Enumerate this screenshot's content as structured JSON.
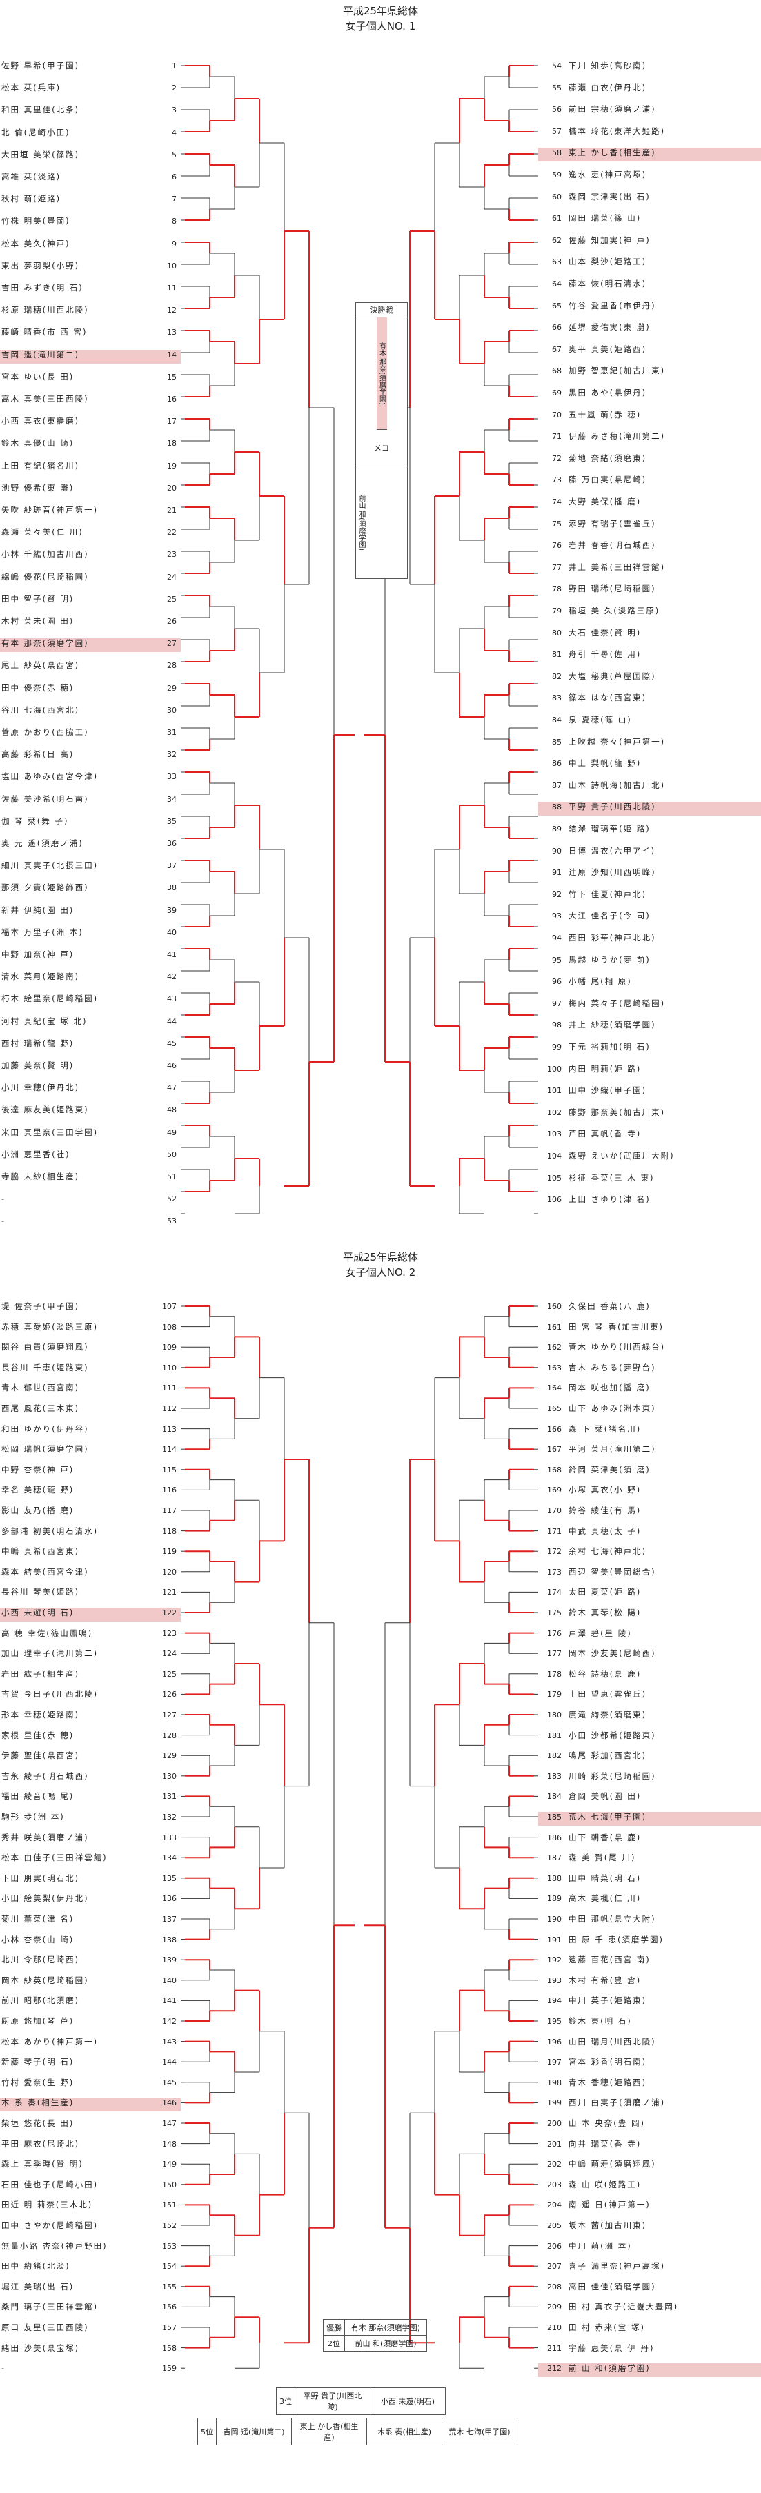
{
  "sheet1": {
    "title": "平成25年県総体",
    "subtitle": "女子個人NO. 1",
    "left": [
      {
        "no": "1",
        "name": "佐野 早希(甲子園)"
      },
      {
        "no": "2",
        "name": "松本 栞(兵庫)"
      },
      {
        "no": "3",
        "name": "和田 真里佳(北条)"
      },
      {
        "no": "4",
        "name": "北 倫(尼崎小田)"
      },
      {
        "no": "5",
        "name": "大田垣 美栄(篠路)"
      },
      {
        "no": "6",
        "name": "高雄 栞(淡路)"
      },
      {
        "no": "7",
        "name": "秋村 萌(姫路)"
      },
      {
        "no": "8",
        "name": "竹株 明美(豊岡)"
      },
      {
        "no": "9",
        "name": "松本 美久(神戸)"
      },
      {
        "no": "10",
        "name": "東出 夢羽梨(小野)"
      },
      {
        "no": "11",
        "name": "吉田 みずき(明 石)"
      },
      {
        "no": "12",
        "name": "杉原 瑞穂(川西北陵)"
      },
      {
        "no": "13",
        "name": "藤崎 晴香(市 西 宮)"
      },
      {
        "no": "14",
        "name": "吉岡 遥(滝川第二)"
      },
      {
        "no": "15",
        "name": "宮本 ゆい(長 田)"
      },
      {
        "no": "16",
        "name": "高木 真美(三田西陵)"
      },
      {
        "no": "17",
        "name": "小西 真衣(東播磨)"
      },
      {
        "no": "18",
        "name": "鈴木 真優(山 崎)"
      },
      {
        "no": "19",
        "name": "上田 有紀(猪名川)"
      },
      {
        "no": "20",
        "name": "池野 優希(東 灘)"
      },
      {
        "no": "21",
        "name": "矢吹 紗瑳音(神戸第一)"
      },
      {
        "no": "22",
        "name": "森瀬 菜々美(仁 川)"
      },
      {
        "no": "23",
        "name": "小林 千紘(加古川西)"
      },
      {
        "no": "24",
        "name": "綿嶋 優花(尼崎稲園)"
      },
      {
        "no": "25",
        "name": "田中 智子(賢 明)"
      },
      {
        "no": "26",
        "name": "木村 菜未(園 田)"
      },
      {
        "no": "27",
        "name": "有本 那奈(須磨学園)"
      },
      {
        "no": "28",
        "name": "尾上 紗英(県西宮)"
      },
      {
        "no": "29",
        "name": "田中 優奈(赤 穂)"
      },
      {
        "no": "30",
        "name": "谷川 七海(西宮北)"
      },
      {
        "no": "31",
        "name": "菅原 かおり(西脇工)"
      },
      {
        "no": "32",
        "name": "高藤 彩希(日 高)"
      },
      {
        "no": "33",
        "name": "塩田 あゆみ(西宮今津)"
      },
      {
        "no": "34",
        "name": "佐藤 美沙希(明石南)"
      },
      {
        "no": "35",
        "name": "伽 琴 栞(舞 子)"
      },
      {
        "no": "36",
        "name": "奥 元 遥(須磨ノ浦)"
      },
      {
        "no": "37",
        "name": "細川 真実子(北摂三田)"
      },
      {
        "no": "38",
        "name": "那須 夕貴(姫路飾西)"
      },
      {
        "no": "39",
        "name": "新井 伊純(園 田)"
      },
      {
        "no": "40",
        "name": "福本 万里子(洲 本)"
      },
      {
        "no": "41",
        "name": "中野 加奈(神 戸)"
      },
      {
        "no": "42",
        "name": "清水 菜月(姫路南)"
      },
      {
        "no": "43",
        "name": "朽木 絵里奈(尼崎稲園)"
      },
      {
        "no": "44",
        "name": "河村 真紀(宝 塚 北)"
      },
      {
        "no": "45",
        "name": "西村 瑞希(龍 野)"
      },
      {
        "no": "46",
        "name": "加藤 美奈(賢 明)"
      },
      {
        "no": "47",
        "name": "小川 幸穂(伊丹北)"
      },
      {
        "no": "48",
        "name": "後達 麻友美(姫路東)"
      },
      {
        "no": "49",
        "name": "米田 真里奈(三田学園)"
      },
      {
        "no": "50",
        "name": "小洲 恵里香(社)"
      },
      {
        "no": "51",
        "name": "寺脇 未紗(相生産)"
      },
      {
        "no": "52",
        "name": "-"
      },
      {
        "no": "53",
        "name": "-"
      }
    ],
    "right": [
      {
        "no": "54",
        "name": "下川 知歩(高砂南)"
      },
      {
        "no": "55",
        "name": "藤瀬 由衣(伊丹北)"
      },
      {
        "no": "56",
        "name": "前田 宗穂(須磨ノ浦)"
      },
      {
        "no": "57",
        "name": "橋本 玲花(東洋大姫路)"
      },
      {
        "no": "58",
        "name": "東上 かし香(相生産)"
      },
      {
        "no": "59",
        "name": "逸水 恵(神戸高塚)"
      },
      {
        "no": "60",
        "name": "森岡 宗津実(出 石)"
      },
      {
        "no": "61",
        "name": "岡田 瑞菜(篠 山)"
      },
      {
        "no": "62",
        "name": "佐藤 知加実(神 戸)"
      },
      {
        "no": "63",
        "name": "山本 梨沙(姫路工)"
      },
      {
        "no": "64",
        "name": "藤本 恢(明石清水)"
      },
      {
        "no": "65",
        "name": "竹谷 愛里香(市伊丹)"
      },
      {
        "no": "66",
        "name": "延堺 愛佑実(東 灘)"
      },
      {
        "no": "67",
        "name": "奥平 真美(姫路西)"
      },
      {
        "no": "68",
        "name": "加野 智恵紀(加古川東)"
      },
      {
        "no": "69",
        "name": "黒田 あや(県伊丹)"
      },
      {
        "no": "70",
        "name": "五十嵐 萌(赤 穂)"
      },
      {
        "no": "71",
        "name": "伊藤 みさ穂(滝川第二)"
      },
      {
        "no": "72",
        "name": "菊地 奈緒(須磨東)"
      },
      {
        "no": "73",
        "name": "藤 万由実(県尼崎)"
      },
      {
        "no": "74",
        "name": "大野 美保(播 磨)"
      },
      {
        "no": "75",
        "name": "添野 有瑞子(雲雀丘)"
      },
      {
        "no": "76",
        "name": "岩井 春香(明石城西)"
      },
      {
        "no": "77",
        "name": "井上 美希(三田祥雲館)"
      },
      {
        "no": "78",
        "name": "野田 瑞稀(尼崎稲園)"
      },
      {
        "no": "79",
        "name": "稲垣 美 久(淡路三原)"
      },
      {
        "no": "80",
        "name": "大石 佳奈(賢 明)"
      },
      {
        "no": "81",
        "name": "舟引 千尋(佐 用)"
      },
      {
        "no": "82",
        "name": "大塩 秘典(芦屋国際)"
      },
      {
        "no": "83",
        "name": "篠本 はな(西宮東)"
      },
      {
        "no": "84",
        "name": "泉 夏穂(篠 山)"
      },
      {
        "no": "85",
        "name": "上吹越 奈々(神戸第一)"
      },
      {
        "no": "86",
        "name": "中上 梨帆(龍 野)"
      },
      {
        "no": "87",
        "name": "山本 詩帆海(加古川北)"
      },
      {
        "no": "88",
        "name": "平野 貴子(川西北陵)"
      },
      {
        "no": "89",
        "name": "結澤 瑠璃華(姫 路)"
      },
      {
        "no": "90",
        "name": "日博 温衣(六甲アイ)"
      },
      {
        "no": "91",
        "name": "辻原 沙知(川西明峰)"
      },
      {
        "no": "92",
        "name": "竹下 佳夏(神戸北)"
      },
      {
        "no": "93",
        "name": "大江 佳名子(今 司)"
      },
      {
        "no": "94",
        "name": "西田 彩華(神戸北北)"
      },
      {
        "no": "95",
        "name": "馬越 ゆうか(夢 前)"
      },
      {
        "no": "96",
        "name": "小幡 尾(相 原)"
      },
      {
        "no": "97",
        "name": "梅内 菜々子(尼崎稲園)"
      },
      {
        "no": "98",
        "name": "井上 紗穂(須磨学園)"
      },
      {
        "no": "99",
        "name": "下元 裕莉加(明 石)"
      },
      {
        "no": "100",
        "name": "内田 明莉(姫 路)"
      },
      {
        "no": "101",
        "name": "田中 沙織(甲子園)"
      },
      {
        "no": "102",
        "name": "藤野 那奈美(加古川東)"
      },
      {
        "no": "103",
        "name": "芦田 真帆(香 寺)"
      },
      {
        "no": "104",
        "name": "森野 えいか(武庫川大附)"
      },
      {
        "no": "105",
        "name": "杉征 香菜(三 木 東)"
      },
      {
        "no": "106",
        "name": "上田 さゆり(津 名)"
      }
    ],
    "final_box": {
      "head": "決勝戦",
      "top": "有木 那奈(須磨学園)",
      "mid": "メコ",
      "bottom": "前山 和(須磨学園)"
    }
  },
  "sheet2": {
    "title": "平成25年県総体",
    "subtitle": "女子個人NO. 2",
    "left": [
      {
        "no": "107",
        "name": "堤 佐奈子(甲子園)"
      },
      {
        "no": "108",
        "name": "赤穂 真愛姫(淡路三原)"
      },
      {
        "no": "109",
        "name": "関谷 由貴(須磨翔風)"
      },
      {
        "no": "110",
        "name": "長谷川 千恵(姫路東)"
      },
      {
        "no": "111",
        "name": "青木 郁世(西宮南)"
      },
      {
        "no": "112",
        "name": "西尾 風花(三木東)"
      },
      {
        "no": "113",
        "name": "和田 ゆかり(伊丹谷)"
      },
      {
        "no": "114",
        "name": "松岡 瑞帆(須磨学園)"
      },
      {
        "no": "115",
        "name": "中野 杏奈(神 戸)"
      },
      {
        "no": "116",
        "name": "幸名 美穂(龍 野)"
      },
      {
        "no": "117",
        "name": "影山 友乃(播 磨)"
      },
      {
        "no": "118",
        "name": "多部浦 初美(明石清水)"
      },
      {
        "no": "119",
        "name": "中嶋 真希(西宮東)"
      },
      {
        "no": "120",
        "name": "森本 結美(西宮今津)"
      },
      {
        "no": "121",
        "name": "長谷川 琴美(姫路)"
      },
      {
        "no": "122",
        "name": "小西 未遊(明 石)"
      },
      {
        "no": "123",
        "name": "高 穂 幸佐(篠山鳳鳴)"
      },
      {
        "no": "124",
        "name": "加山 理幸子(滝川第二)"
      },
      {
        "no": "125",
        "name": "岩田 紘子(相生産)"
      },
      {
        "no": "126",
        "name": "吉賀 今日子(川西北陵)"
      },
      {
        "no": "127",
        "name": "形本 幸穂(姫路南)"
      },
      {
        "no": "128",
        "name": "家根 里佳(赤 穂)"
      },
      {
        "no": "129",
        "name": "伊藤 聖佳(県西宮)"
      },
      {
        "no": "130",
        "name": "吉永 綾子(明石城西)"
      },
      {
        "no": "131",
        "name": "福田 綾音(鳴 尾)"
      },
      {
        "no": "132",
        "name": "駒形 歩(洲 本)"
      },
      {
        "no": "133",
        "name": "秀井 咲美(須磨ノ浦)"
      },
      {
        "no": "134",
        "name": "松本 由佳子(三田祥雲館)"
      },
      {
        "no": "135",
        "name": "下田 朋実(明石北)"
      },
      {
        "no": "136",
        "name": "小田 絵美梨(伊丹北)"
      },
      {
        "no": "137",
        "name": "菊川 薫菜(津 名)"
      },
      {
        "no": "138",
        "name": "小林 杏奈(山 崎)"
      },
      {
        "no": "139",
        "name": "北川 令那(尼崎西)"
      },
      {
        "no": "140",
        "name": "岡本 紗英(尼崎稲園)"
      },
      {
        "no": "141",
        "name": "前川 昭那(北須磨)"
      },
      {
        "no": "142",
        "name": "厨原 悠加(琴 芦)"
      },
      {
        "no": "143",
        "name": "松本 あかり(神戸第一)"
      },
      {
        "no": "144",
        "name": "新藤 琴子(明 石)"
      },
      {
        "no": "145",
        "name": "竹村 愛奈(生 野)"
      },
      {
        "no": "146",
        "name": "木 系 奏(相生産)"
      },
      {
        "no": "147",
        "name": "柴垣 悠花(長 田)"
      },
      {
        "no": "148",
        "name": "平田 麻衣(尼崎北)"
      },
      {
        "no": "149",
        "name": "森上 真季時(賢 明)"
      },
      {
        "no": "150",
        "name": "石田 佳也子(尼崎小田)"
      },
      {
        "no": "151",
        "name": "田近 明 莉奈(三木北)"
      },
      {
        "no": "152",
        "name": "田中 さやか(尼崎稲園)"
      },
      {
        "no": "153",
        "name": "無量小路 杏奈(神戸野田)"
      },
      {
        "no": "154",
        "name": "田中 約猪(北淡)"
      },
      {
        "no": "155",
        "name": "堀江 美瑞(出 石)"
      },
      {
        "no": "156",
        "name": "桑門 璃子(三田祥雲館)"
      },
      {
        "no": "157",
        "name": "原口 友星(三田西陵)"
      },
      {
        "no": "158",
        "name": "緒田 沙美(県宝塚)"
      },
      {
        "no": "159",
        "name": "-"
      }
    ],
    "right": [
      {
        "no": "160",
        "name": "久保田 香菜(八 鹿)"
      },
      {
        "no": "161",
        "name": "田 宮 琴 香(加古川東)"
      },
      {
        "no": "162",
        "name": "菅木 ゆかり(川西緑台)"
      },
      {
        "no": "163",
        "name": "吉木 みちる(夢野台)"
      },
      {
        "no": "164",
        "name": "岡本 咲也加(播 磨)"
      },
      {
        "no": "165",
        "name": "山下 あゆみ(洲本東)"
      },
      {
        "no": "166",
        "name": "森 下 栞(猪名川)"
      },
      {
        "no": "167",
        "name": "平河 菜月(滝川第二)"
      },
      {
        "no": "168",
        "name": "鈴岡 菜津美(須 磨)"
      },
      {
        "no": "169",
        "name": "小塚 真衣(小 野)"
      },
      {
        "no": "170",
        "name": "鈴谷 綾佳(有 馬)"
      },
      {
        "no": "171",
        "name": "中武 真穂(太 子)"
      },
      {
        "no": "172",
        "name": "余村 七海(神戸北)"
      },
      {
        "no": "173",
        "name": "西辺 智美(豊岡総合)"
      },
      {
        "no": "174",
        "name": "太田 夏菜(姫 路)"
      },
      {
        "no": "175",
        "name": "鈴木 真琴(松 陽)"
      },
      {
        "no": "176",
        "name": "戸澤 碧(星 陵)"
      },
      {
        "no": "177",
        "name": "岡本 沙友美(尼崎西)"
      },
      {
        "no": "178",
        "name": "松谷 詩穂(県 鹿)"
      },
      {
        "no": "179",
        "name": "土田 望恵(雲雀丘)"
      },
      {
        "no": "180",
        "name": "廣滝 絢奈(須磨東)"
      },
      {
        "no": "181",
        "name": "小田 沙都希(姫路東)"
      },
      {
        "no": "182",
        "name": "鳴尾 彩加(西宮北)"
      },
      {
        "no": "183",
        "name": "川崎 彩菜(尼崎稲園)"
      },
      {
        "no": "184",
        "name": "倉岡 美帆(園 田)"
      },
      {
        "no": "185",
        "name": "荒木 七海(甲子園)"
      },
      {
        "no": "186",
        "name": "山下 朝香(県 鹿)"
      },
      {
        "no": "187",
        "name": "森 美 賀(尾 川)"
      },
      {
        "no": "188",
        "name": "田中 晴菜(明 石)"
      },
      {
        "no": "189",
        "name": "高木 美楓(仁 川)"
      },
      {
        "no": "190",
        "name": "中田 那帆(県立大附)"
      },
      {
        "no": "191",
        "name": "田 原 千 恵(須磨学園)"
      },
      {
        "no": "192",
        "name": "遠藤 百花(西宮 南)"
      },
      {
        "no": "193",
        "name": "木村 有希(豊 倉)"
      },
      {
        "no": "194",
        "name": "中川 英子(姫路東)"
      },
      {
        "no": "195",
        "name": "鈴木 東(明 石)"
      },
      {
        "no": "196",
        "name": "山田 瑞月(川西北陵)"
      },
      {
        "no": "197",
        "name": "宮本 彩香(明石南)"
      },
      {
        "no": "198",
        "name": "青木 香穂(姫路西)"
      },
      {
        "no": "199",
        "name": "西川 由実子(須磨ノ浦)"
      },
      {
        "no": "200",
        "name": "山 本 央奈(豊 岡)"
      },
      {
        "no": "201",
        "name": "向井 瑞菜(香 寺)"
      },
      {
        "no": "202",
        "name": "中嶋 萌寿(須磨翔風)"
      },
      {
        "no": "203",
        "name": "森 山 咲(姫路工)"
      },
      {
        "no": "204",
        "name": "南 遥 日(神戸第一)"
      },
      {
        "no": "205",
        "name": "坂本 茜(加古川東)"
      },
      {
        "no": "206",
        "name": "中川 萌(洲 本)"
      },
      {
        "no": "207",
        "name": "喜子 満里奈(神戸高塚)"
      },
      {
        "no": "208",
        "name": "高田 佳佳(須磨学園)"
      },
      {
        "no": "209",
        "name": "田 村 真衣子(近畿大豊岡)"
      },
      {
        "no": "210",
        "name": "田 村 赤来(宝 塚)"
      },
      {
        "no": "211",
        "name": "宇藤 恵美(県 伊 丹)"
      },
      {
        "no": "212",
        "name": "前 山 和(須磨学園)"
      }
    ],
    "results": {
      "win_label": "優勝",
      "win": "有木 那奈(須磨学園)",
      "second_label": "2位",
      "second": "前山 和(須磨学園)",
      "third_label": "3位",
      "third": [
        "平野 貴子(川西北陵)",
        "小西 未遊(明石)"
      ],
      "fifth_label": "5位",
      "fifth": [
        "吉岡 遥(滝川第二)",
        "東上 かし香(相生産)",
        "木系 奏(相生産)",
        "荒木 七海(甲子園)"
      ]
    }
  },
  "highlight_color": "#f2c9c9",
  "line_color": "#e02020"
}
